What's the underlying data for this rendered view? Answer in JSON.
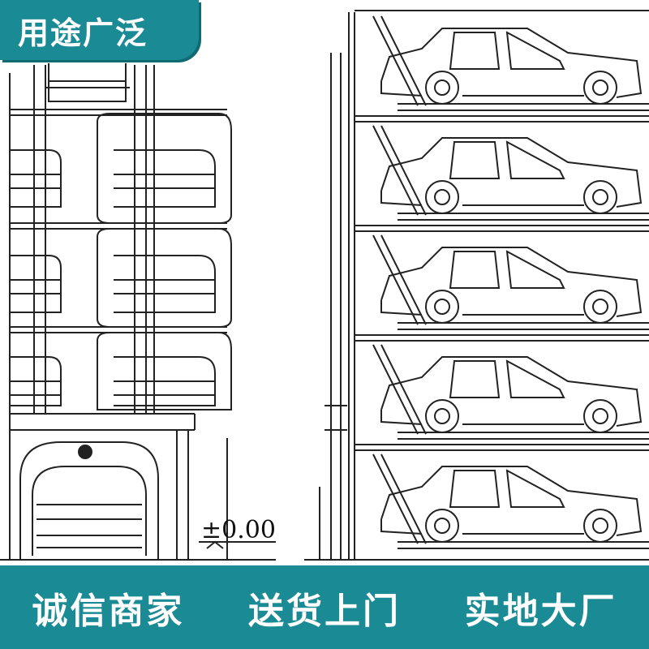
{
  "header": {
    "title": "用途广泛"
  },
  "drawing": {
    "elevation_label": "±0.00"
  },
  "banner": {
    "items": [
      "诚信商家",
      "送货上门",
      "实地大厂"
    ]
  },
  "colors": {
    "accent": "#1a8a94",
    "line": "#222222",
    "background": "#ffffff"
  }
}
